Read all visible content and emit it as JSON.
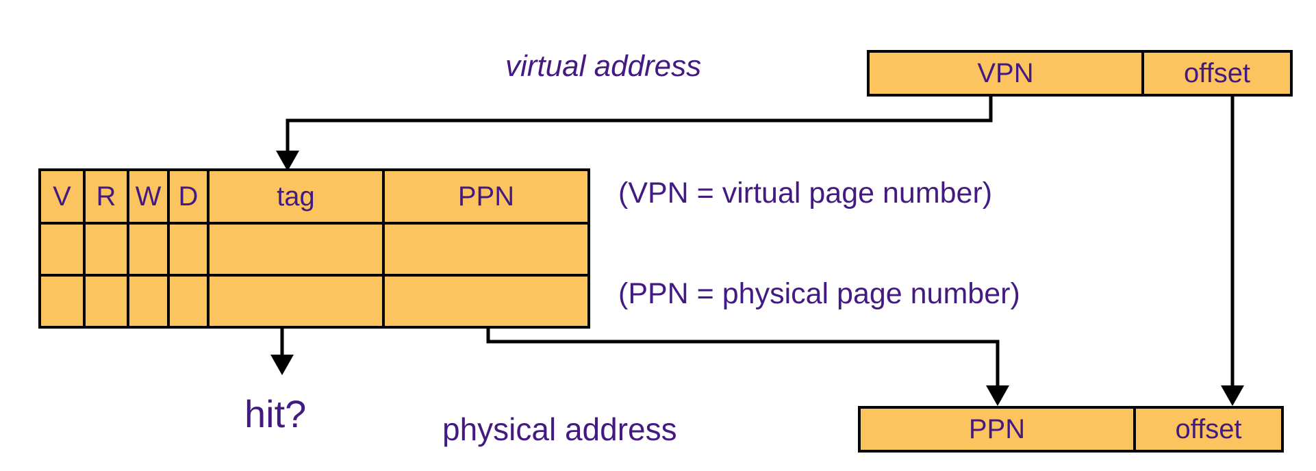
{
  "colors": {
    "box_fill": "#FCC45E",
    "outline": "#000000",
    "text": "#431A82"
  },
  "virtual_address": {
    "caption": "virtual address",
    "vpn_label": "VPN",
    "offset_label": "offset"
  },
  "tlb": {
    "headers": [
      "V",
      "R",
      "W",
      "D",
      "tag",
      "PPN"
    ],
    "empty_rows": 2
  },
  "notes": {
    "vpn": "(VPN = virtual page number)",
    "ppn": "(PPN = physical page number)"
  },
  "hit_label": "hit?",
  "physical_address": {
    "caption": "physical address",
    "ppn_label": "PPN",
    "offset_label": "offset"
  }
}
